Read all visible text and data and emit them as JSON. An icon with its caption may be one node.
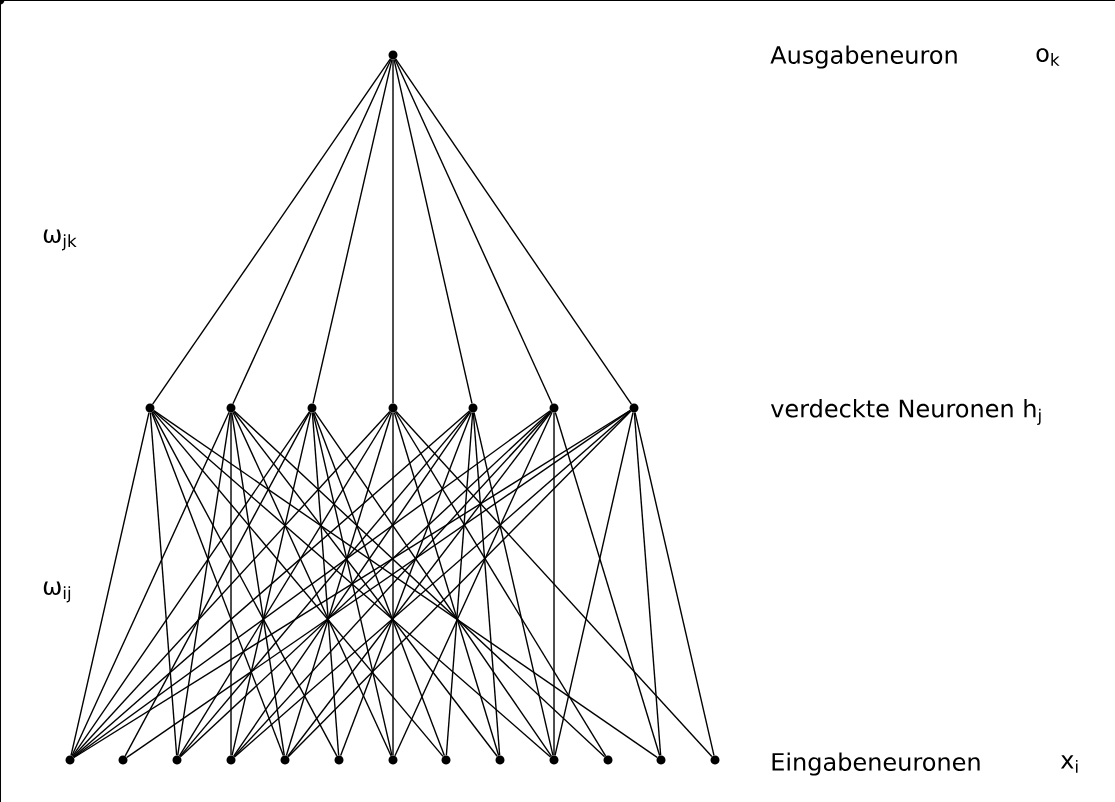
{
  "diagram": {
    "nodes": [
      {
        "text": [],
        "shape": "circle"
      },
      {
        "text": [],
        "shape": "circle"
      },
      {
        "text": [],
        "shape": "circle"
      },
      {
        "text": [],
        "shape": "circle"
      },
      {
        "text": [],
        "shape": "circle"
      },
      {
        "text": [],
        "shape": "circle"
      },
      {
        "text": [],
        "shape": "circle"
      },
      {
        "text": [],
        "shape": "circle"
      },
      {
        "text": [],
        "shape": "circle"
      },
      {
        "text": [],
        "shape": "circle"
      },
      {
        "text": [],
        "shape": "circle"
      },
      {
        "text": [],
        "shape": "circle"
      },
      {
        "text": [],
        "shape": "circle"
      },
      {
        "text": [],
        "shape": "circle"
      },
      {
        "text": [],
        "shape": "circle"
      },
      {
        "text": [],
        "shape": "circle"
      },
      {
        "text": [],
        "shape": "circle"
      },
      {
        "text": [],
        "shape": "circle"
      },
      {
        "text": [],
        "shape": "circle"
      },
      {
        "text": [],
        "shape": "circle"
      },
      {
        "text": [],
        "shape": "circle"
      },
      {
        "text": [],
        "shape": "circle"
      }
    ],
    "edges": [
      {
        "from": 0,
        "to": 1,
        "arrow": "none"
      },
      {
        "from": 0,
        "to": 2,
        "arrow": "none"
      },
      {
        "from": 0,
        "to": 3,
        "arrow": "none"
      },
      {
        "from": 0,
        "to": 4,
        "arrow": "none"
      },
      {
        "from": 0,
        "to": 5,
        "arrow": "none"
      },
      {
        "from": 0,
        "to": 6,
        "arrow": "none"
      },
      {
        "from": 0,
        "to": 7,
        "arrow": "none"
      },
      {
        "from": 1,
        "to": 8,
        "arrow": "none"
      },
      {
        "from": 1,
        "to": 10,
        "arrow": "none"
      },
      {
        "from": 1,
        "to": 12,
        "arrow": "none"
      },
      {
        "from": 1,
        "to": 13,
        "arrow": "none"
      },
      {
        "from": 1,
        "to": 15,
        "arrow": "none"
      },
      {
        "from": 1,
        "to": 17,
        "arrow": "none"
      },
      {
        "from": 1,
        "to": 19,
        "arrow": "none"
      },
      {
        "from": 2,
        "to": 8,
        "arrow": "none"
      },
      {
        "from": 2,
        "to": 10,
        "arrow": "none"
      },
      {
        "from": 2,
        "to": 11,
        "arrow": "none"
      },
      {
        "from": 2,
        "to": 12,
        "arrow": "none"
      },
      {
        "from": 2,
        "to": 14,
        "arrow": "none"
      },
      {
        "from": 2,
        "to": 16,
        "arrow": "none"
      },
      {
        "from": 2,
        "to": 18,
        "arrow": "none"
      },
      {
        "from": 3,
        "to": 8,
        "arrow": "none"
      },
      {
        "from": 3,
        "to": 9,
        "arrow": "none"
      },
      {
        "from": 3,
        "to": 11,
        "arrow": "none"
      },
      {
        "from": 3,
        "to": 13,
        "arrow": "none"
      },
      {
        "from": 3,
        "to": 14,
        "arrow": "none"
      },
      {
        "from": 3,
        "to": 15,
        "arrow": "none"
      },
      {
        "from": 3,
        "to": 17,
        "arrow": "none"
      },
      {
        "from": 4,
        "to": 8,
        "arrow": "none"
      },
      {
        "from": 4,
        "to": 10,
        "arrow": "none"
      },
      {
        "from": 4,
        "to": 12,
        "arrow": "none"
      },
      {
        "from": 4,
        "to": 14,
        "arrow": "none"
      },
      {
        "from": 4,
        "to": 16,
        "arrow": "none"
      },
      {
        "from": 4,
        "to": 18,
        "arrow": "none"
      },
      {
        "from": 4,
        "to": 20,
        "arrow": "none"
      },
      {
        "from": 5,
        "to": 8,
        "arrow": "none"
      },
      {
        "from": 5,
        "to": 10,
        "arrow": "none"
      },
      {
        "from": 5,
        "to": 11,
        "arrow": "none"
      },
      {
        "from": 5,
        "to": 13,
        "arrow": "none"
      },
      {
        "from": 5,
        "to": 15,
        "arrow": "none"
      },
      {
        "from": 5,
        "to": 16,
        "arrow": "none"
      },
      {
        "from": 5,
        "to": 17,
        "arrow": "none"
      },
      {
        "from": 6,
        "to": 8,
        "arrow": "none"
      },
      {
        "from": 6,
        "to": 10,
        "arrow": "none"
      },
      {
        "from": 6,
        "to": 11,
        "arrow": "none"
      },
      {
        "from": 6,
        "to": 12,
        "arrow": "none"
      },
      {
        "from": 6,
        "to": 14,
        "arrow": "none"
      },
      {
        "from": 6,
        "to": 17,
        "arrow": "none"
      },
      {
        "from": 6,
        "to": 19,
        "arrow": "none"
      },
      {
        "from": 7,
        "to": 8,
        "arrow": "none"
      },
      {
        "from": 7,
        "to": 9,
        "arrow": "none"
      },
      {
        "from": 7,
        "to": 11,
        "arrow": "none"
      },
      {
        "from": 7,
        "to": 12,
        "arrow": "none"
      },
      {
        "from": 7,
        "to": 17,
        "arrow": "none"
      },
      {
        "from": 7,
        "to": 19,
        "arrow": "none"
      },
      {
        "from": 7,
        "to": 20,
        "arrow": "none"
      }
    ],
    "labels": [
      "Ausgabeneuron",
      "o$_{k}$",
      "ω$_{jk}$",
      "verdeckte Neuronen h$_{j}$",
      "ω$_{ij}$",
      "Eingabeneuronen",
      "x$_{i}$"
    ]
  }
}
